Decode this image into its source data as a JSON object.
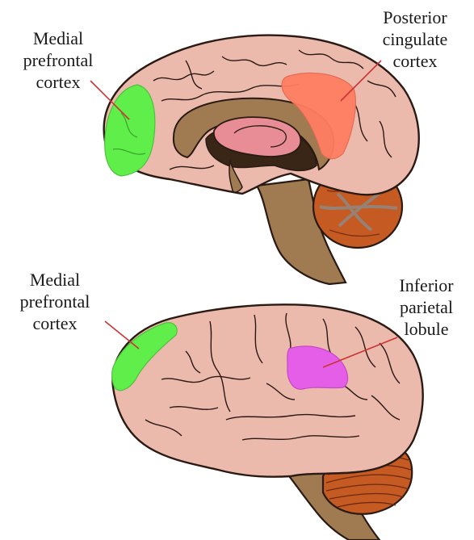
{
  "top_view": {
    "label_left": [
      "Medial",
      "prefrontal",
      "cortex"
    ],
    "label_right": [
      "Posterior",
      "cingulate",
      "cortex"
    ],
    "colors": {
      "tissue": "#ecb9ad",
      "outline": "#2a1a14",
      "highlight_mpfc": "#5fee4a",
      "highlight_pcc": "#ff7e62",
      "corpus": "#a07a50",
      "thalamus": "#e88c96",
      "ventricle": "#3a2616",
      "cerebellum": "#c55a22",
      "pointer": "#cc3333"
    }
  },
  "bottom_view": {
    "label_left": [
      "Medial",
      "prefrontal",
      "cortex"
    ],
    "label_right": [
      "Inferior",
      "parietal",
      "lobule"
    ],
    "colors": {
      "highlight_mpfc": "#5fee4a",
      "highlight_ipl": "#e55ee8",
      "brainstem": "#a07a50",
      "cerebellum": "#c55a22"
    }
  }
}
